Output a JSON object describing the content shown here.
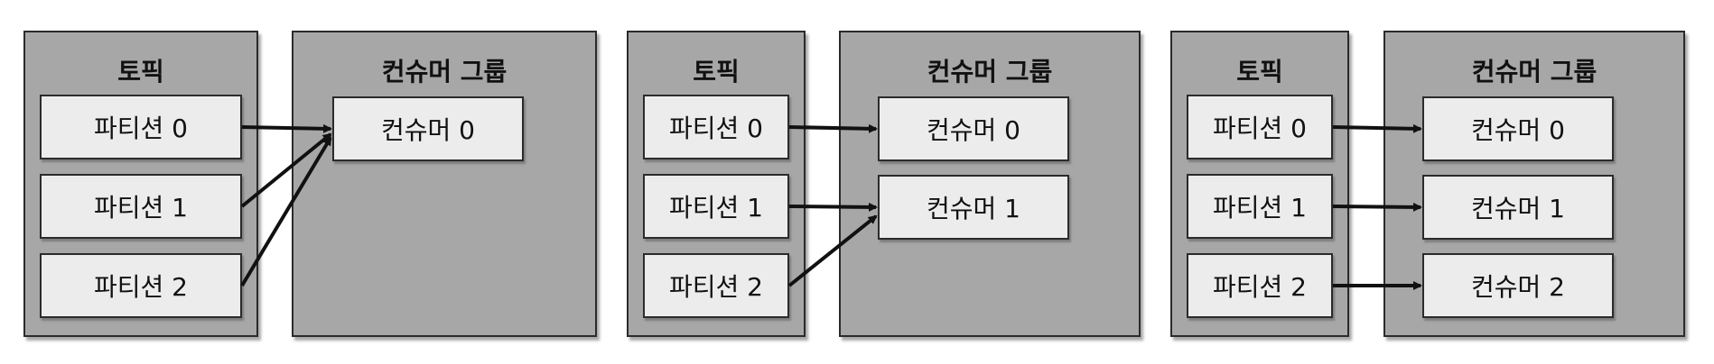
{
  "panels": [
    {
      "topic_title": "토픽",
      "group_title": "컨슈머 그룹",
      "partitions": [
        "파티션 0",
        "파티션 1",
        "파티션 2"
      ],
      "consumers": [
        "컨슈머 0"
      ],
      "assignments": [
        [
          0,
          0
        ],
        [
          1,
          0
        ],
        [
          2,
          0
        ]
      ]
    },
    {
      "topic_title": "토픽",
      "group_title": "컨슈머 그룹",
      "partitions": [
        "파티션 0",
        "파티션 1",
        "파티션 2"
      ],
      "consumers": [
        "컨슈머 0",
        "컨슈머 1"
      ],
      "assignments": [
        [
          0,
          0
        ],
        [
          1,
          1
        ],
        [
          2,
          1
        ]
      ]
    },
    {
      "topic_title": "토픽",
      "group_title": "컨슈머 그룹",
      "partitions": [
        "파티션 0",
        "파티션 1",
        "파티션 2"
      ],
      "consumers": [
        "컨슈머 0",
        "컨슈머 1",
        "컨슈머 2"
      ],
      "assignments": [
        [
          0,
          0
        ],
        [
          1,
          1
        ],
        [
          2,
          2
        ]
      ]
    }
  ]
}
